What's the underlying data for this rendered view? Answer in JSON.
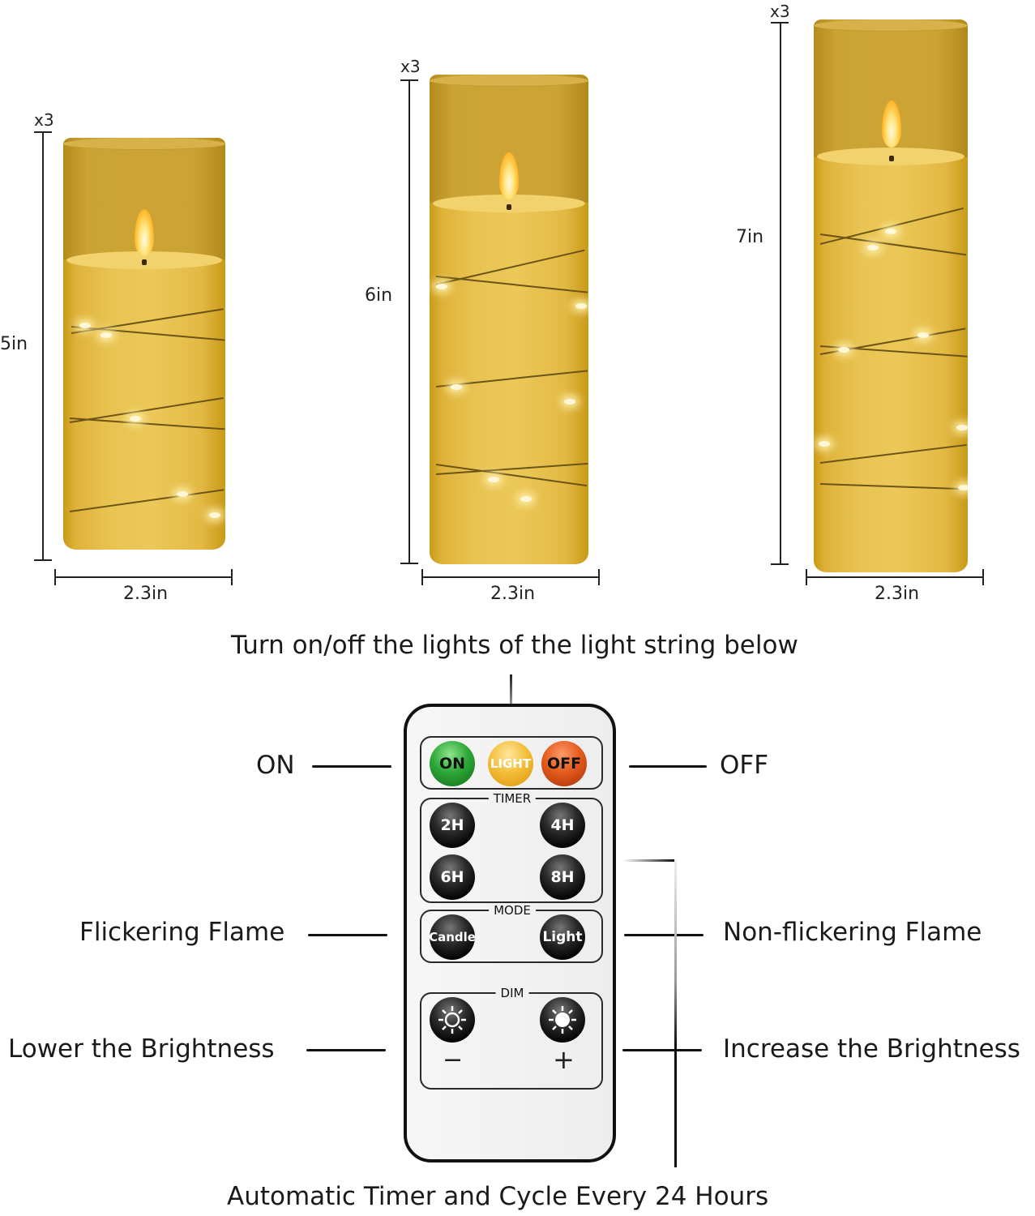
{
  "candles": [
    {
      "id": "small",
      "quantity": "x3",
      "height_label": "5in",
      "width_label": "2.3in"
    },
    {
      "id": "medium",
      "quantity": "x3",
      "height_label": "6in",
      "width_label": "2.3in"
    },
    {
      "id": "large",
      "quantity": "x3",
      "height_label": "7in",
      "width_label": "2.3in"
    }
  ],
  "annotations": {
    "light_string": "Turn on/off the lights of the light string below",
    "on": "ON",
    "off": "OFF",
    "flicker": "Flickering Flame",
    "non_flicker": "Non-flickering Flame",
    "lower": "Lower the Brightness",
    "increase": "Increase the Brightness",
    "timer_cycle": "Automatic Timer and Cycle Every 24 Hours"
  },
  "remote": {
    "power_buttons": [
      {
        "label": "ON",
        "color": "#2da836"
      },
      {
        "label": "LIGHT",
        "color": "#f3be3a"
      },
      {
        "label": "OFF",
        "color": "#e45b1c"
      }
    ],
    "timer": {
      "title": "TIMER",
      "buttons": [
        "2H",
        "4H",
        "6H",
        "8H"
      ]
    },
    "mode": {
      "title": "MODE",
      "buttons": [
        "Candle",
        "Light"
      ]
    },
    "dim": {
      "title": "DIM",
      "minus": "−",
      "plus": "+",
      "buttons": [
        "dim-down",
        "dim-up"
      ]
    }
  }
}
